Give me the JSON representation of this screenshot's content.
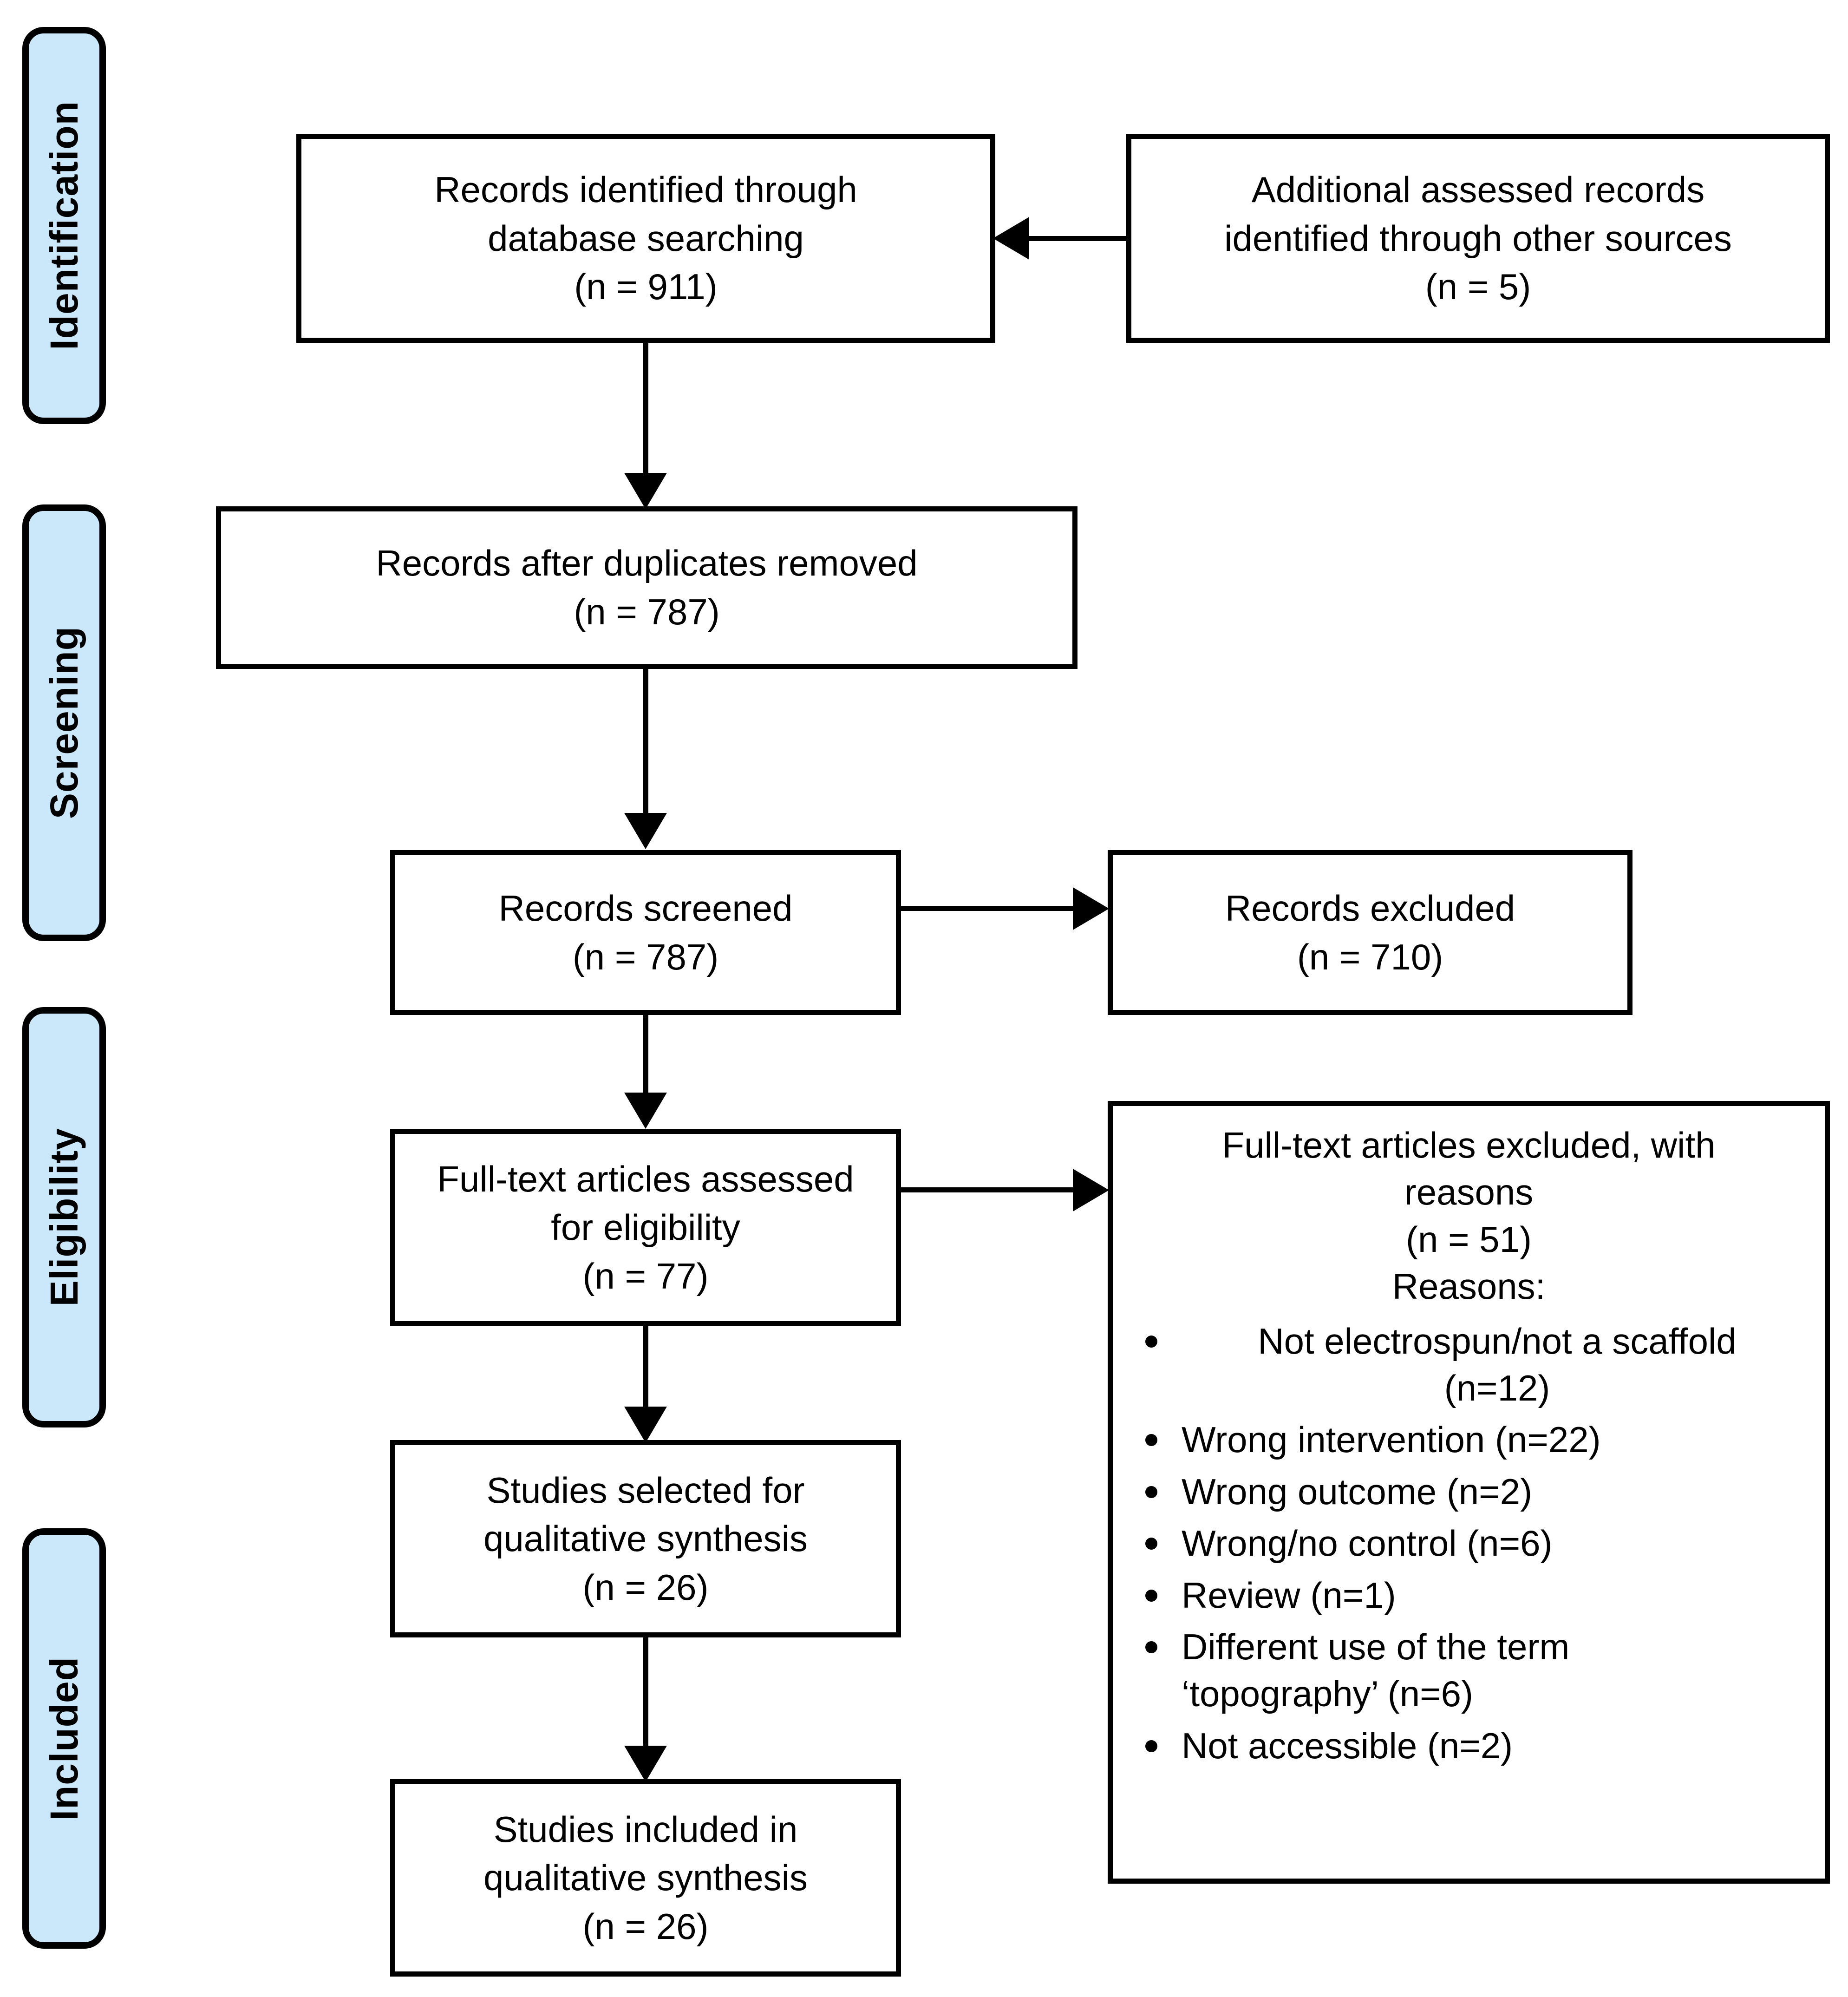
{
  "diagram": {
    "type": "prisma-flow-diagram",
    "accent_blue": "#cbe7fa",
    "line_color": "#000000"
  },
  "stages": [
    {
      "id": "identification",
      "label": "Identification"
    },
    {
      "id": "screening",
      "label": "Screening"
    },
    {
      "id": "eligibility",
      "label": "Eligibility"
    },
    {
      "id": "included",
      "label": "Included"
    }
  ],
  "boxes": {
    "records_identified": {
      "line1": "Records identified through",
      "line2": "database searching",
      "line3": "(n = 911)"
    },
    "additional_records": {
      "line1": "Additional assessed records",
      "line2": "identified through other sources",
      "line3": "(n = 5)"
    },
    "duplicates_removed": {
      "line1": "Records after duplicates removed",
      "line2": "(n = 787)"
    },
    "records_screened": {
      "line1": "Records screened",
      "line2": "(n = 787)"
    },
    "records_excluded": {
      "line1": "Records excluded",
      "line2": "(n = 710)"
    },
    "fulltext_assessed": {
      "line1": "Full-text articles assessed",
      "line2": "for eligibility",
      "line3": "(n = 77)"
    },
    "fulltext_excluded": {
      "line1": "Full-text articles excluded, with",
      "line2": "reasons",
      "line3": "(n = 51)",
      "line4": "Reasons:",
      "reasons": [
        {
          "text": "Not electrospun/not a scaffold",
          "text2": "(n=12)",
          "wrapped": true
        },
        {
          "text": "Wrong intervention (n=22)",
          "text2": "",
          "wrapped": false
        },
        {
          "text": "Wrong outcome (n=2)",
          "text2": "",
          "wrapped": false
        },
        {
          "text": "Wrong/no control (n=6)",
          "text2": "",
          "wrapped": false
        },
        {
          "text": "Review (n=1)",
          "text2": "",
          "wrapped": false
        },
        {
          "text": "Different use of the term",
          "text2": "‘topography’ (n=6)",
          "wrapped": true
        },
        {
          "text": "Not accessible (n=2)",
          "text2": "",
          "wrapped": false
        }
      ]
    },
    "studies_selected": {
      "line1": "Studies selected for",
      "line2": "qualitative synthesis",
      "line3": "(n = 26)"
    },
    "studies_included": {
      "line1": "Studies included in",
      "line2": "qualitative synthesis",
      "line3": "(n = 26)"
    }
  }
}
